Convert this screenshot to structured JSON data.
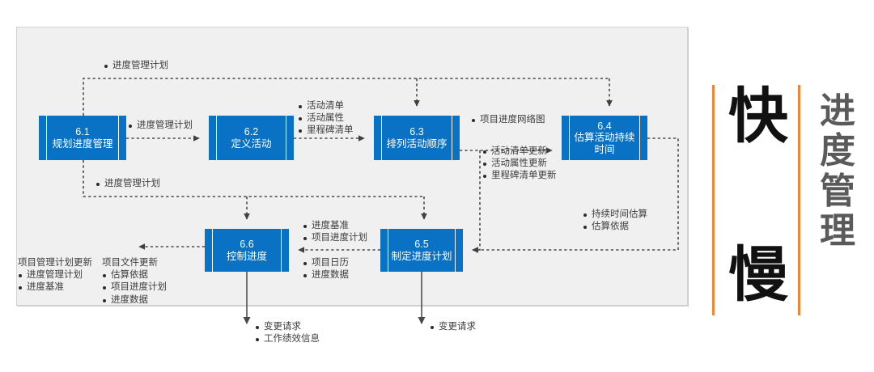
{
  "diagram": {
    "title_panel": {
      "big_chars": [
        "快",
        "慢"
      ],
      "vertical_title": [
        "进",
        "度",
        "管",
        "理"
      ],
      "accent_color": "#f08437"
    },
    "node_color": "#0a72c4",
    "nodes": [
      {
        "id": "6.1",
        "number": "6.1",
        "name": "规划进度管理"
      },
      {
        "id": "6.2",
        "number": "6.2",
        "name": "定义活动"
      },
      {
        "id": "6.3",
        "number": "6.3",
        "name": "排列活动顺序"
      },
      {
        "id": "6.4",
        "number": "6.4",
        "name": "估算活动持续时间"
      },
      {
        "id": "6.5",
        "number": "6.5",
        "name": "制定进度计划"
      },
      {
        "id": "6.6",
        "number": "6.6",
        "name": "控制进度"
      }
    ],
    "annotations": [
      {
        "id": "top-feedback",
        "header": "",
        "items": [
          "进度管理计划"
        ]
      },
      {
        "id": "p61-to-p62",
        "header": "",
        "items": [
          "进度管理计划"
        ]
      },
      {
        "id": "p61-down-feedback",
        "header": "",
        "items": [
          "进度管理计划"
        ]
      },
      {
        "id": "p62-outputs",
        "header": "",
        "items": [
          "活动清单",
          "活动属性",
          "里程碑清单"
        ]
      },
      {
        "id": "p63-output",
        "header": "",
        "items": [
          "项目进度网络图"
        ]
      },
      {
        "id": "p63-updates",
        "header": "",
        "items": [
          "活动清单更新",
          "活动属性更新",
          "里程碑清单更新"
        ]
      },
      {
        "id": "p64-outputs",
        "header": "",
        "items": [
          "持续时间估算",
          "估算依据"
        ]
      },
      {
        "id": "p65-to-p66-upper",
        "header": "",
        "items": [
          "进度基准",
          "项目进度计划"
        ]
      },
      {
        "id": "p65-to-p66-lower",
        "header": "",
        "items": [
          "项目日历",
          "进度数据"
        ]
      },
      {
        "id": "pm-plan-updates",
        "header": "项目管理计划更新",
        "items": [
          "进度管理计划",
          "进度基准"
        ]
      },
      {
        "id": "project-doc-updates",
        "header": "项目文件更新",
        "items": [
          "估算依据",
          "项目进度计划",
          "进度数据"
        ]
      },
      {
        "id": "p66-bottom-outputs",
        "header": "",
        "items": [
          "变更请求",
          "工作绩效信息"
        ]
      },
      {
        "id": "p65-bottom-outputs",
        "header": "",
        "items": [
          "变更请求"
        ]
      }
    ]
  }
}
